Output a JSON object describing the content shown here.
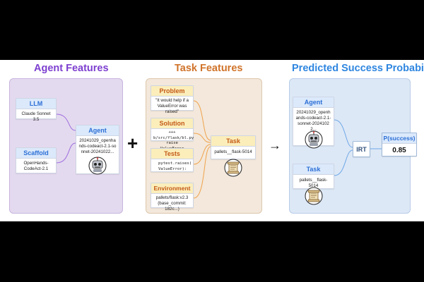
{
  "agent_features": {
    "title": "Agent Features",
    "llm": {
      "label": "LLM",
      "value": "Claude Sonnet 3.5"
    },
    "scaffold": {
      "label": "Scaffold",
      "value": "OpenHands-CodeAct-2.1"
    },
    "agent": {
      "label": "Agent",
      "value": "20241029_openhands-codeact-2.1-sonnet-20241022..."
    }
  },
  "operator_plus": "+",
  "task_features": {
    "title": "Task Features",
    "problem": {
      "label": "Problem",
      "value": "\"It would help if a ValueError was raised\""
    },
    "solution": {
      "label": "Solution",
      "line1": "+++ b/src/flask/bl.py",
      "line2": "raise ValueError"
    },
    "tests": {
      "label": "Tests",
      "value": "pytest.raises( ValueError):"
    },
    "environment": {
      "label": "Environment",
      "value": "pallets/flask:v2.3 (base_commit: 182c...)"
    },
    "task": {
      "label": "Task",
      "value": "pallets__flask-5014"
    }
  },
  "operator_arrow": "→",
  "prediction": {
    "title": "Predicted Success Probability",
    "agent": {
      "label": "Agent",
      "value": "20241029_openhands-codeact-2.1-sonnet-20241022..."
    },
    "task": {
      "label": "Task",
      "value": "pallets__flask-5014"
    },
    "irt": "IRT",
    "p_label": "P(success)",
    "p_value": "0.85"
  },
  "colors": {
    "agent_title": "#7d3fd0",
    "task_title": "#d0732a",
    "pred_title": "#2f86e0",
    "agent_panel": "#e4daef",
    "task_panel": "#f3e8db",
    "pred_panel": "#dde8f6",
    "purple_wire": "#9d6dde",
    "orange_wire": "#f0a24c",
    "blue_wire": "#6ea8e8"
  }
}
